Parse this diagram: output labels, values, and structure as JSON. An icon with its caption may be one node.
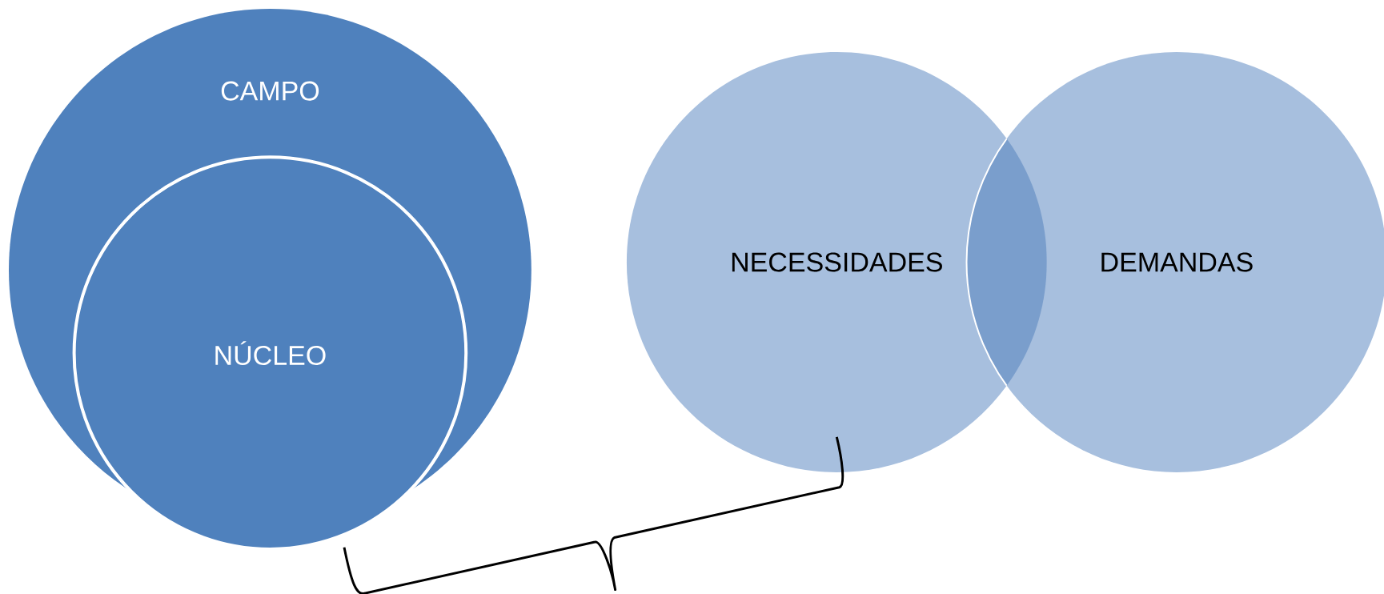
{
  "diagram": {
    "nodes": [
      {
        "text": [
          "CAMPO"
        ]
      },
      {
        "text": [
          "NÚCLEO"
        ],
        "in": 0
      },
      {
        "text": [
          "NECESSIDADES"
        ]
      },
      {
        "text": [
          "DEMANDAS"
        ]
      }
    ],
    "edges": []
  }
}
